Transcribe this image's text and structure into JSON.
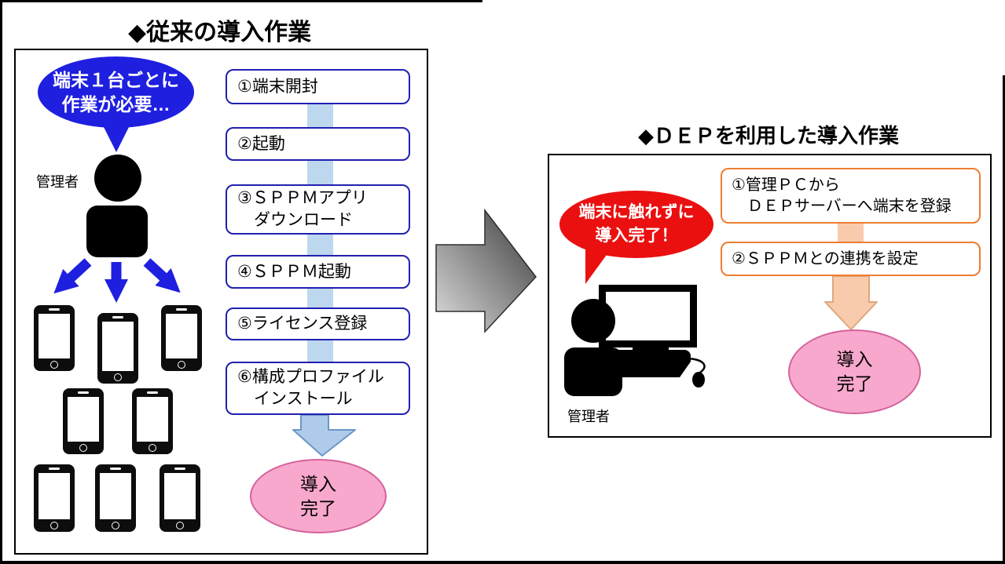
{
  "legacy": {
    "title": "◆従来の導入作業",
    "speech_bubble": {
      "line1": "端末１台ごとに",
      "line2": "作業が必要…"
    },
    "admin_label": "管理者",
    "steps": [
      {
        "label": "①端末開封"
      },
      {
        "label": "②起動"
      },
      {
        "label": "③ＳＰＰＭアプリ",
        "label2": "　ダウンロード"
      },
      {
        "label": "④ＳＰＰＭ起動"
      },
      {
        "label": "⑤ライセンス登録"
      },
      {
        "label": "⑥構成プロファイル",
        "label2": "　インストール"
      }
    ],
    "result": {
      "line1": "導入",
      "line2": "完了"
    },
    "device_count": 8
  },
  "dep": {
    "title": "◆ＤＥＰを利用した導入作業",
    "speech_bubble": {
      "line1": "端末に触れずに",
      "line2": "導入完了！"
    },
    "admin_label": "管理者",
    "steps": [
      {
        "label": "①管理ＰＣから",
        "label2": "　ＤＥＰサーバーへ端末を登録"
      },
      {
        "label": "②ＳＰＰＭとの連携を設定"
      }
    ],
    "result": {
      "line1": "導入",
      "line2": "完了"
    }
  },
  "colors": {
    "blue_accent": "#1F1FE0",
    "flow_border_blue": "#2020B0",
    "connector_blue": "#BDD7EE",
    "arrow_blue_fill": "#AFCBEA",
    "result_pink_fill": "#F8A8CC",
    "result_pink_border": "#D4639B",
    "red_accent": "#EA1010",
    "orange_border": "#ED7D31",
    "connector_orange": "#F8CBAD",
    "gray_arrow_light": "#DEDEDE",
    "gray_arrow_dark": "#3A3A3A"
  }
}
